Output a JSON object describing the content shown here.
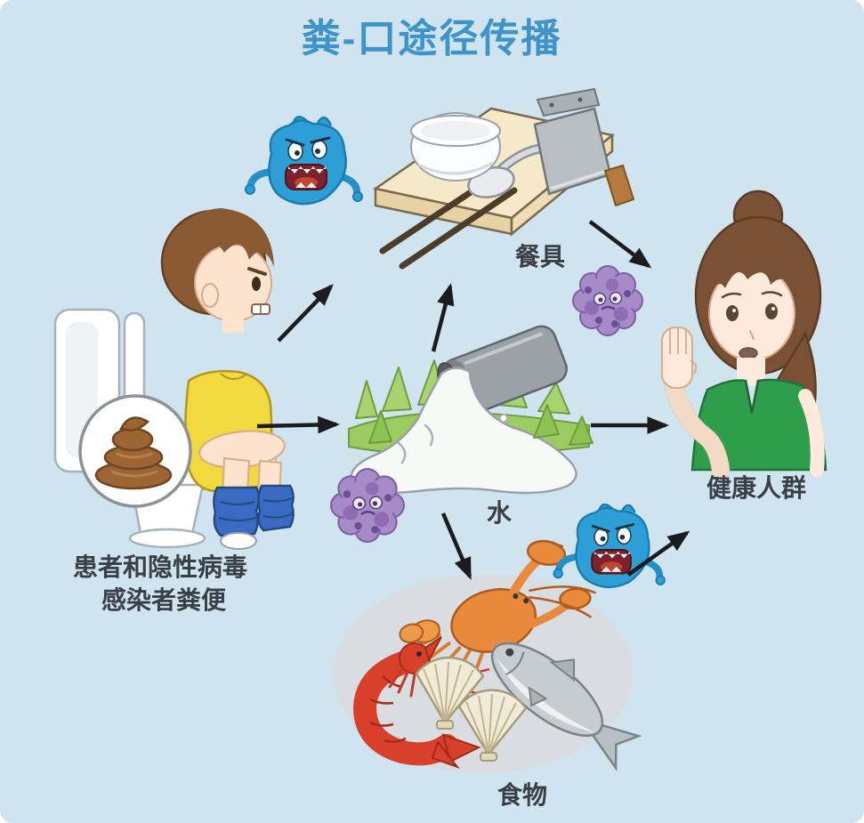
{
  "title": "粪-口途径传播",
  "labels": {
    "source_line1": "患者和隐性病毒",
    "source_line2": "感染者粪便",
    "tableware": "餐具",
    "water": "水",
    "food": "食物",
    "healthy": "健康人群"
  },
  "colors": {
    "background": "#cfe4ef",
    "title": "#3e93c9",
    "label_text": "#3a3f47",
    "arrow": "#1c1c1e",
    "virus_blue": "#2d9fd6",
    "virus_purple": "#a78bc8",
    "boy_shirt_yellow": "#f2d93f",
    "woman_shirt_green": "#2f9e4c",
    "cutting_board": "#f6e9c9",
    "feces_brown": "#9c6533",
    "pants_blue": "#3a6bc4"
  },
  "icons": {
    "source": "boy-on-toilet-with-feces-magnifier",
    "pathogen1": "blue-virus-monster",
    "pathogen2": "purple-virus-cluster",
    "tableware": "cutting-board-bowl-cleaver-ladle-chopsticks",
    "water": "sewage-pipe-discharging-water",
    "food": "shrimp-crayfish-fish-scallops",
    "healthy": "woman-raising-hand"
  },
  "flows": [
    {
      "from": "患者和隐性病毒感染者粪便",
      "to": "餐具"
    },
    {
      "from": "患者和隐性病毒感染者粪便",
      "to": "水"
    },
    {
      "from": "水",
      "to": "餐具"
    },
    {
      "from": "水",
      "to": "食物"
    },
    {
      "from": "餐具",
      "to": "健康人群"
    },
    {
      "from": "水",
      "to": "健康人群"
    },
    {
      "from": "食物",
      "to": "健康人群"
    }
  ]
}
